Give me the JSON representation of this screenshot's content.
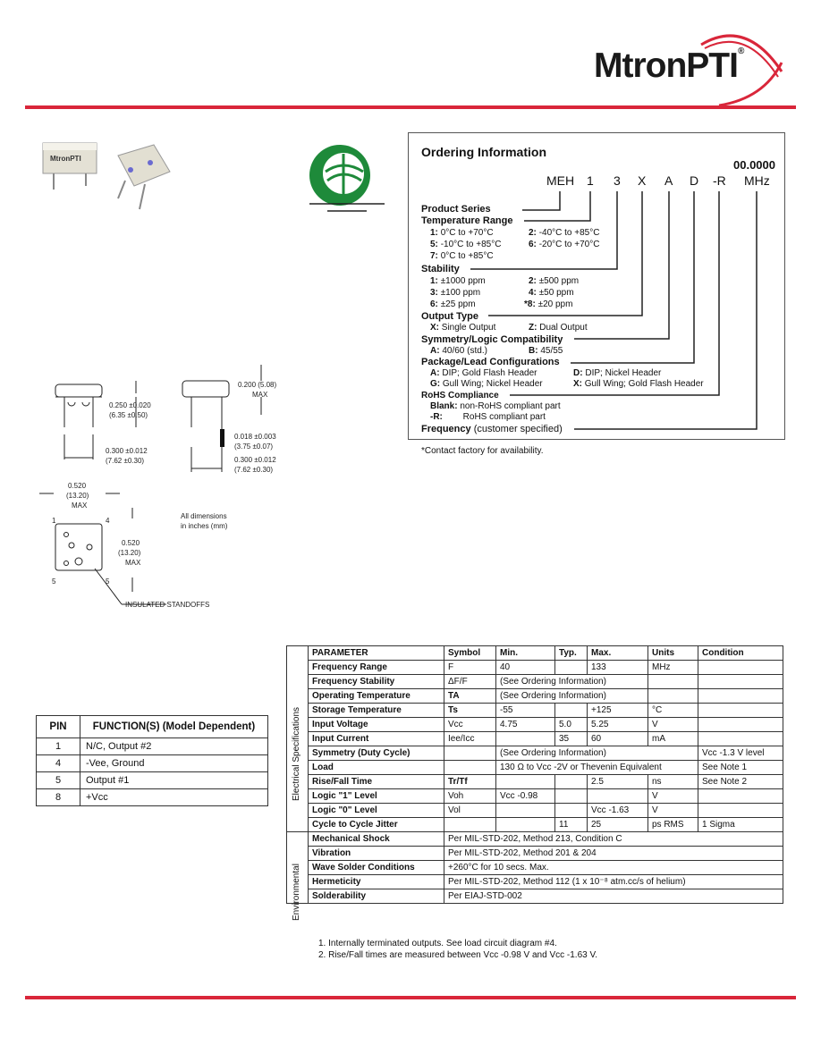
{
  "brand": {
    "name": "MtronPTI",
    "reg": "®"
  },
  "ordering": {
    "title": "Ordering Information",
    "frequency_default": "00.0000",
    "code_parts": [
      "MEH",
      "1",
      "3",
      "X",
      "A",
      "D",
      "-R",
      "MHz"
    ],
    "product_series": "Product Series",
    "temp_range_label": "Temperature Range",
    "temp_ranges": [
      {
        "k": "1:",
        "v": "0°C to +70°C"
      },
      {
        "k": "2:",
        "v": "-40°C to +85°C"
      },
      {
        "k": "5:",
        "v": "-10°C to +85°C"
      },
      {
        "k": "6:",
        "v": "-20°C to +70°C"
      },
      {
        "k": "7:",
        "v": "0°C to +85°C"
      }
    ],
    "stability_label": "Stability",
    "stabilities": [
      {
        "k": "1:",
        "v": "±1000 ppm"
      },
      {
        "k": "2:",
        "v": "±500 ppm"
      },
      {
        "k": "3:",
        "v": "±100 ppm"
      },
      {
        "k": "4:",
        "v": "±50 ppm"
      },
      {
        "k": "6:",
        "v": "±25 ppm"
      },
      {
        "k": "*8:",
        "v": "±20 ppm"
      }
    ],
    "output_label": "Output Type",
    "outputs": [
      {
        "k": "X:",
        "v": "Single Output"
      },
      {
        "k": "Z:",
        "v": "Dual Output"
      }
    ],
    "symmetry_label": "Symmetry/Logic Compatibility",
    "symmetries": [
      {
        "k": "A:",
        "v": "40/60 (std.)"
      },
      {
        "k": "B:",
        "v": "45/55"
      }
    ],
    "package_label": "Package/Lead Configurations",
    "packages": [
      {
        "k": "A:",
        "v": "DIP; Gold Flash Header"
      },
      {
        "k": "D:",
        "v": "DIP; Nickel Header"
      },
      {
        "k": "G:",
        "v": "Gull Wing; Nickel Header"
      },
      {
        "k": "X:",
        "v": "Gull Wing; Gold Flash Header"
      }
    ],
    "rohs_label": "RoHS Compliance",
    "rohs": [
      {
        "k": "Blank:",
        "v": "non-RoHS compliant part"
      },
      {
        "k": "-R:",
        "v": "RoHS compliant part"
      }
    ],
    "frequency_label": "Frequency",
    "frequency_note": "(customer specified)",
    "contact_note": "*Contact factory for availability."
  },
  "dims": {
    "d1": "0.250 ±0.020",
    "d1m": "(6.35 ±0.50)",
    "d2": "0.300 ±0.012",
    "d2m": "(7.62 ±0.30)",
    "d3": "0.200 (5.08)",
    "d3m": "MAX",
    "d4": "0.018 ±0.003",
    "d4m": "(3.75 ±0.07)",
    "d5": "0.300 ±0.012",
    "d5m": "(7.62 ±0.30)",
    "d6": "0.520",
    "d6m": "(13.20)",
    "d6x": "MAX",
    "d7": "0.520",
    "d7m": "(13.20)",
    "d7x": "MAX",
    "pin1": "1",
    "pin4": "4",
    "pin5": "5",
    "pin8": "5",
    "all_dims": "All dimensions",
    "inches": "in inches (mm)",
    "standoffs": "INSULATED STANDOFFS"
  },
  "pins": {
    "headers": [
      "PIN",
      "FUNCTION(S) (Model Dependent)"
    ],
    "rows": [
      [
        "1",
        "N/C, Output #2"
      ],
      [
        "4",
        "-Vee, Ground"
      ],
      [
        "5",
        "Output #1"
      ],
      [
        "8",
        "+Vcc"
      ]
    ]
  },
  "spec": {
    "headers": [
      "PARAMETER",
      "Symbol",
      "Min.",
      "Typ.",
      "Max.",
      "Units",
      "Condition"
    ],
    "side_elec": "Electrical Specifications",
    "side_env": "Environmental",
    "rows": [
      [
        "Frequency Range",
        "F",
        "40",
        "",
        "133",
        "MHz",
        ""
      ],
      [
        "Frequency Stability",
        "ΔF/F",
        "(See Ordering Information)",
        "",
        "",
        "",
        ""
      ],
      [
        "Operating Temperature",
        "TA",
        "(See Ordering Information)",
        "",
        "",
        "",
        ""
      ],
      [
        "Storage Temperature",
        "Ts",
        "-55",
        "",
        "+125",
        "°C",
        ""
      ],
      [
        "Input Voltage",
        "Vcc",
        "4.75",
        "5.0",
        "5.25",
        "V",
        ""
      ],
      [
        "Input Current",
        "Iee/Icc",
        "",
        "35",
        "60",
        "mA",
        ""
      ],
      [
        "Symmetry (Duty Cycle)",
        "",
        "(See Ordering Information)",
        "",
        "",
        "",
        "Vcc -1.3 V level"
      ],
      [
        "Load",
        "",
        "130 Ω to Vcc -2V or Thevenin Equivalent",
        "",
        "",
        "",
        "See Note 1"
      ],
      [
        "Rise/Fall Time",
        "Tr/Tf",
        "",
        "",
        "2.5",
        "ns",
        "See Note 2"
      ],
      [
        "Logic \"1\" Level",
        "Voh",
        "Vcc -0.98",
        "",
        "",
        "V",
        ""
      ],
      [
        "Logic \"0\" Level",
        "Vol",
        "",
        "",
        "Vcc -1.63",
        "V",
        ""
      ],
      [
        "Cycle to Cycle Jitter",
        "",
        "",
        "11",
        "25",
        "ps RMS",
        "1 Sigma"
      ]
    ],
    "env_rows": [
      [
        "Mechanical Shock",
        "Per MIL-STD-202, Method 213, Condition C"
      ],
      [
        "Vibration",
        "Per MIL-STD-202, Method 201 & 204"
      ],
      [
        "Wave Solder Conditions",
        "+260°C for 10 secs. Max."
      ],
      [
        "Hermeticity",
        "Per MIL-STD-202, Method 112 (1 x 10⁻⁸ atm.cc/s of helium)"
      ],
      [
        "Solderability",
        "Per EIAJ-STD-002"
      ]
    ]
  },
  "notes": [
    "1.  Internally terminated outputs. See load circuit diagram #4.",
    "2.  Rise/Fall times are measured between Vcc -0.98 V and Vcc -1.63 V."
  ],
  "colors": {
    "accent": "#d9263a",
    "rohs_green": "#1e8a3a"
  }
}
